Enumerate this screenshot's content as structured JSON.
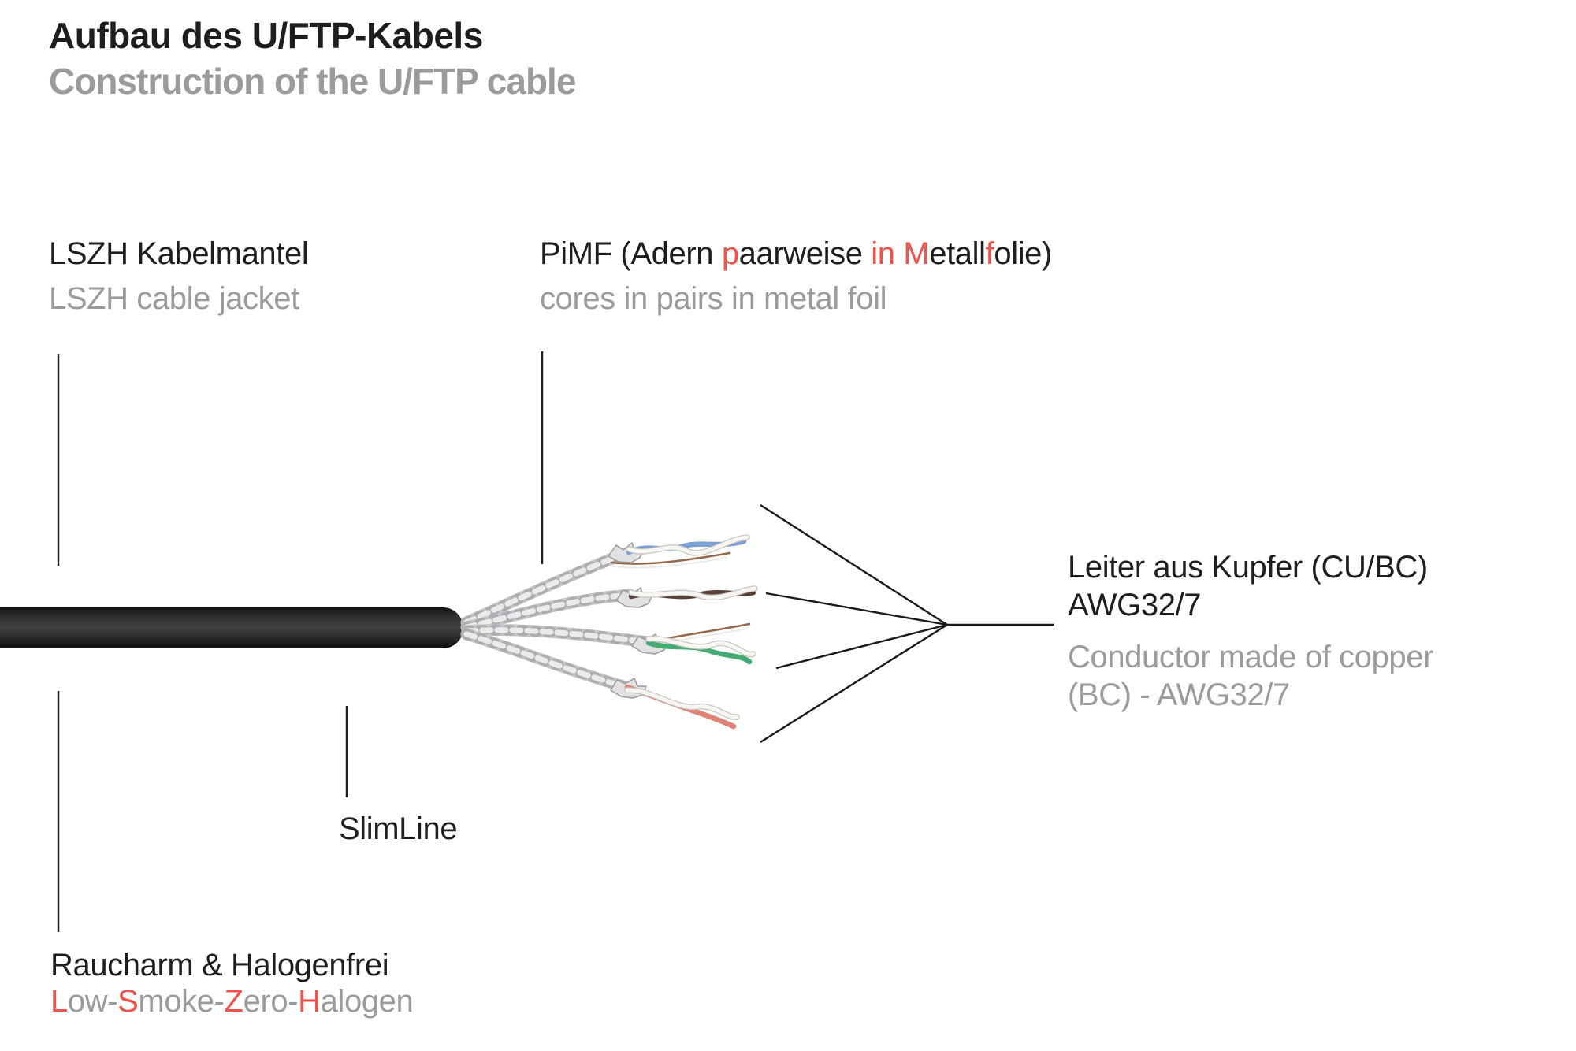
{
  "header": {
    "title_de": "Aufbau des U/FTP-Kabels",
    "title_en": "Construction of the U/FTP cable"
  },
  "callouts": {
    "jacket": {
      "de": "LSZH Kabelmantel",
      "en": "LSZH cable jacket"
    },
    "pimf": {
      "de_segments": [
        {
          "text": "PiMF (Adern ",
          "color": "dark"
        },
        {
          "text": "p",
          "color": "red"
        },
        {
          "text": "aarweise ",
          "color": "dark"
        },
        {
          "text": "in",
          "color": "red"
        },
        {
          "text": " ",
          "color": "dark"
        },
        {
          "text": "M",
          "color": "red"
        },
        {
          "text": "etall",
          "color": "dark"
        },
        {
          "text": "f",
          "color": "red"
        },
        {
          "text": "olie)",
          "color": "dark"
        }
      ],
      "en": "cores in pairs in metal foil"
    },
    "conductor": {
      "de_line1": "Leiter aus Kupfer (CU/BC)",
      "de_line2": "AWG32/7",
      "en_line1": "Conductor made of copper",
      "en_line2": "(BC) - AWG32/7"
    },
    "slimline": {
      "label": "SlimLine"
    },
    "halogen": {
      "de": "Raucharm & Halogenfrei",
      "en_segments": [
        {
          "text": "L",
          "color": "red"
        },
        {
          "text": "ow-",
          "color": "gray"
        },
        {
          "text": "S",
          "color": "red"
        },
        {
          "text": "moke-",
          "color": "gray"
        },
        {
          "text": "Z",
          "color": "red"
        },
        {
          "text": "ero-",
          "color": "gray"
        },
        {
          "text": "H",
          "color": "red"
        },
        {
          "text": "alogen",
          "color": "gray"
        }
      ]
    }
  },
  "colors": {
    "text_dark": "#1e1e1e",
    "text_gray": "#9b9b9b",
    "accent_red": "#ee544e",
    "wire_blue": "#7ba0d4",
    "wire_brown": "#57413a",
    "wire_green": "#44ab72",
    "wire_salmon": "#df8175",
    "wire_white": "#f7f6f3",
    "copper": "#96684a",
    "foil_silver": "#c5c5c8",
    "cable_black": "#242424"
  }
}
